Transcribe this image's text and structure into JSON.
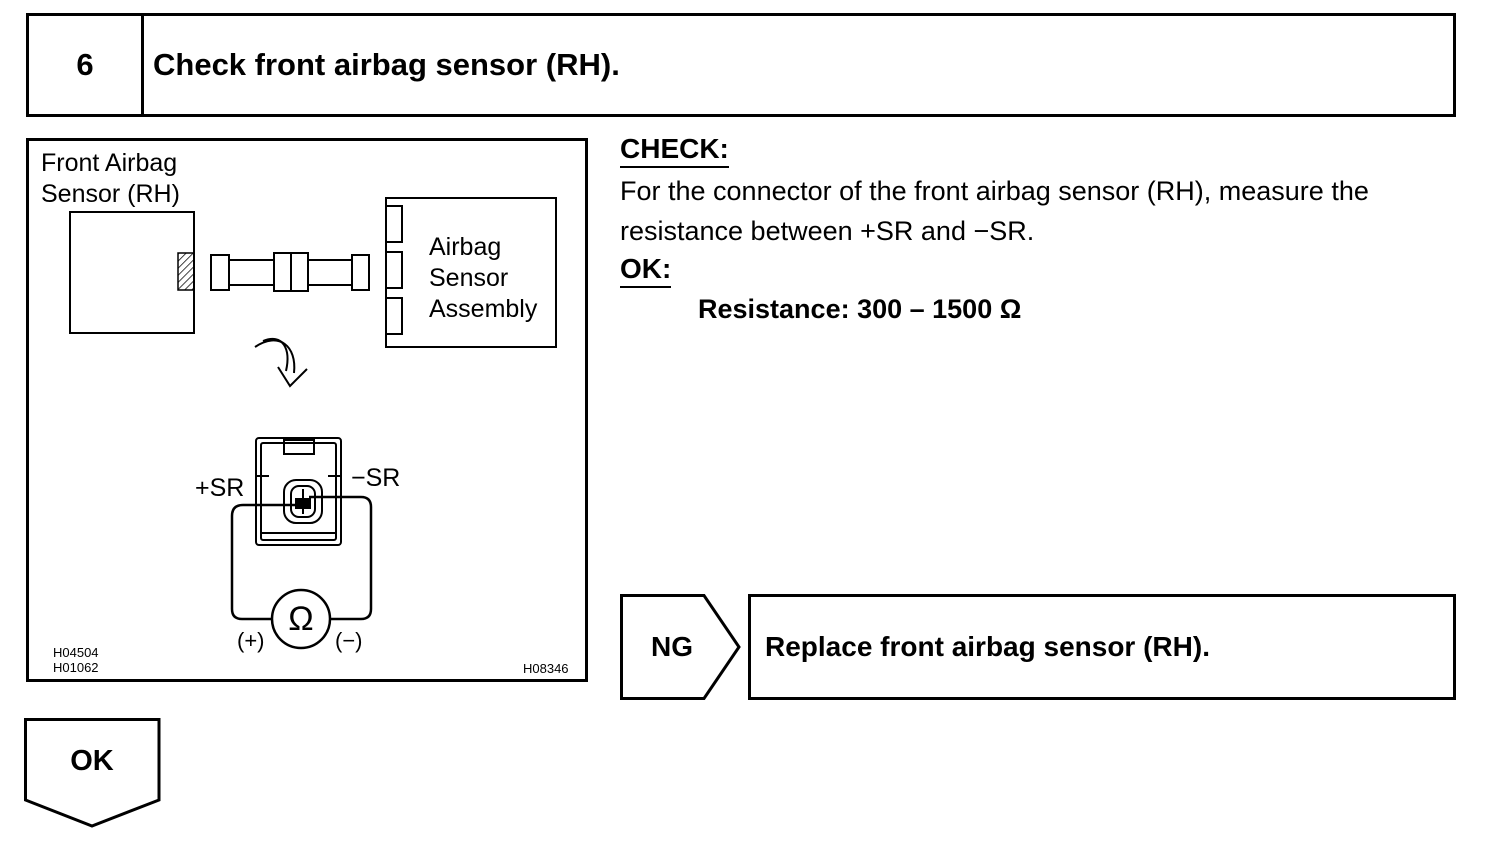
{
  "step": {
    "number": "6",
    "title": "Check front airbag sensor (RH)."
  },
  "figure": {
    "sensor_label": "Front Airbag\nSensor (RH)",
    "assembly_label": "Airbag\nSensor\nAssembly",
    "plus_terminal": "+SR",
    "minus_terminal": "−SR",
    "ohm_symbol": "Ω",
    "probe_plus": "(+)",
    "probe_minus": "(−)",
    "ref_codes_left": "H04504\nH01062",
    "ref_code_right": "H08346"
  },
  "check": {
    "heading": "CHECK:",
    "instruction": "For the connector of the front airbag sensor (RH), measure the resistance between +SR and −SR.",
    "ok_heading": "OK:",
    "ok_spec": "Resistance: 300 – 1500 Ω"
  },
  "ng": {
    "label": "NG",
    "action": "Replace front airbag sensor (RH)."
  },
  "ok_branch": {
    "label": "OK"
  }
}
